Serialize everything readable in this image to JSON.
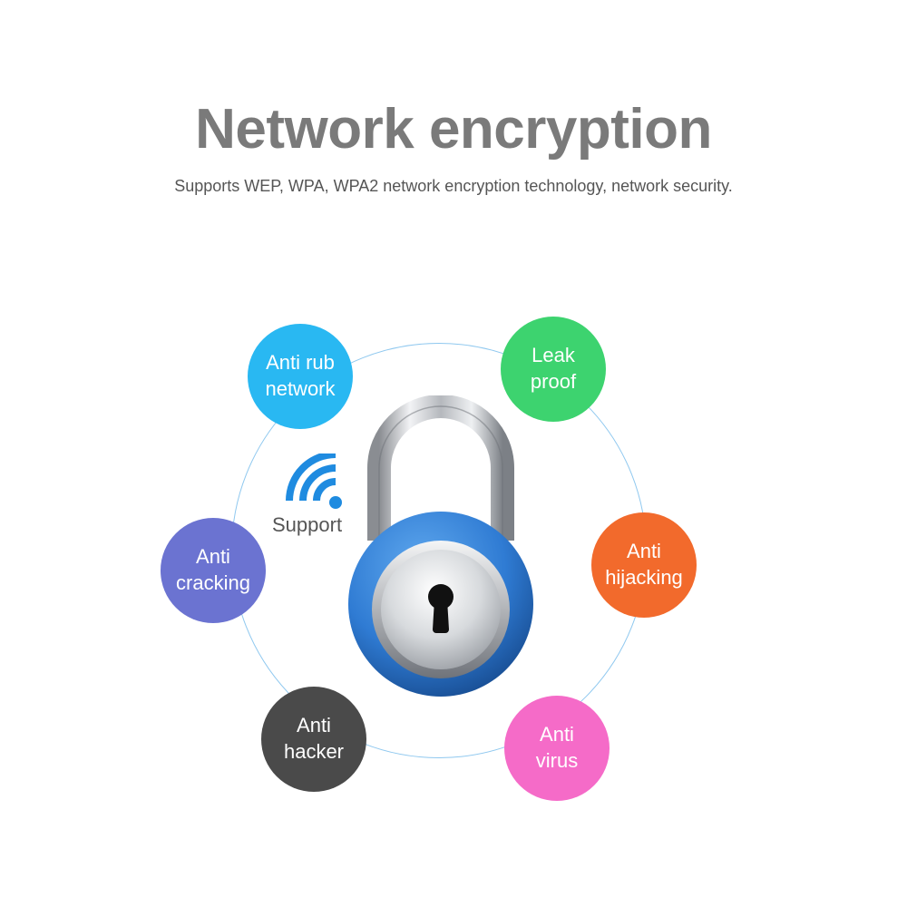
{
  "header": {
    "title": "Network encryption",
    "subtitle": "Supports WEP, WPA, WPA2 network encryption technology, network security."
  },
  "support": {
    "label": "Support",
    "icon": "wifi-icon"
  },
  "lock": {
    "icon": "padlock-icon"
  },
  "features": [
    {
      "line1": "Anti rub",
      "line2": "network",
      "color": "#29b8f2"
    },
    {
      "line1": "Leak",
      "line2": "proof",
      "color": "#3dd36f"
    },
    {
      "line1": "Anti",
      "line2": "cracking",
      "color": "#6b73d1"
    },
    {
      "line1": "Anti",
      "line2": "hijacking",
      "color": "#f26a2c"
    },
    {
      "line1": "Anti",
      "line2": "hacker",
      "color": "#4a4a4a"
    },
    {
      "line1": "Anti",
      "line2": "virus",
      "color": "#f56bc8"
    }
  ],
  "colors": {
    "ring": "#8fc8ef",
    "lock_body": "#2f7bd3",
    "title": "#7a7a7a"
  }
}
